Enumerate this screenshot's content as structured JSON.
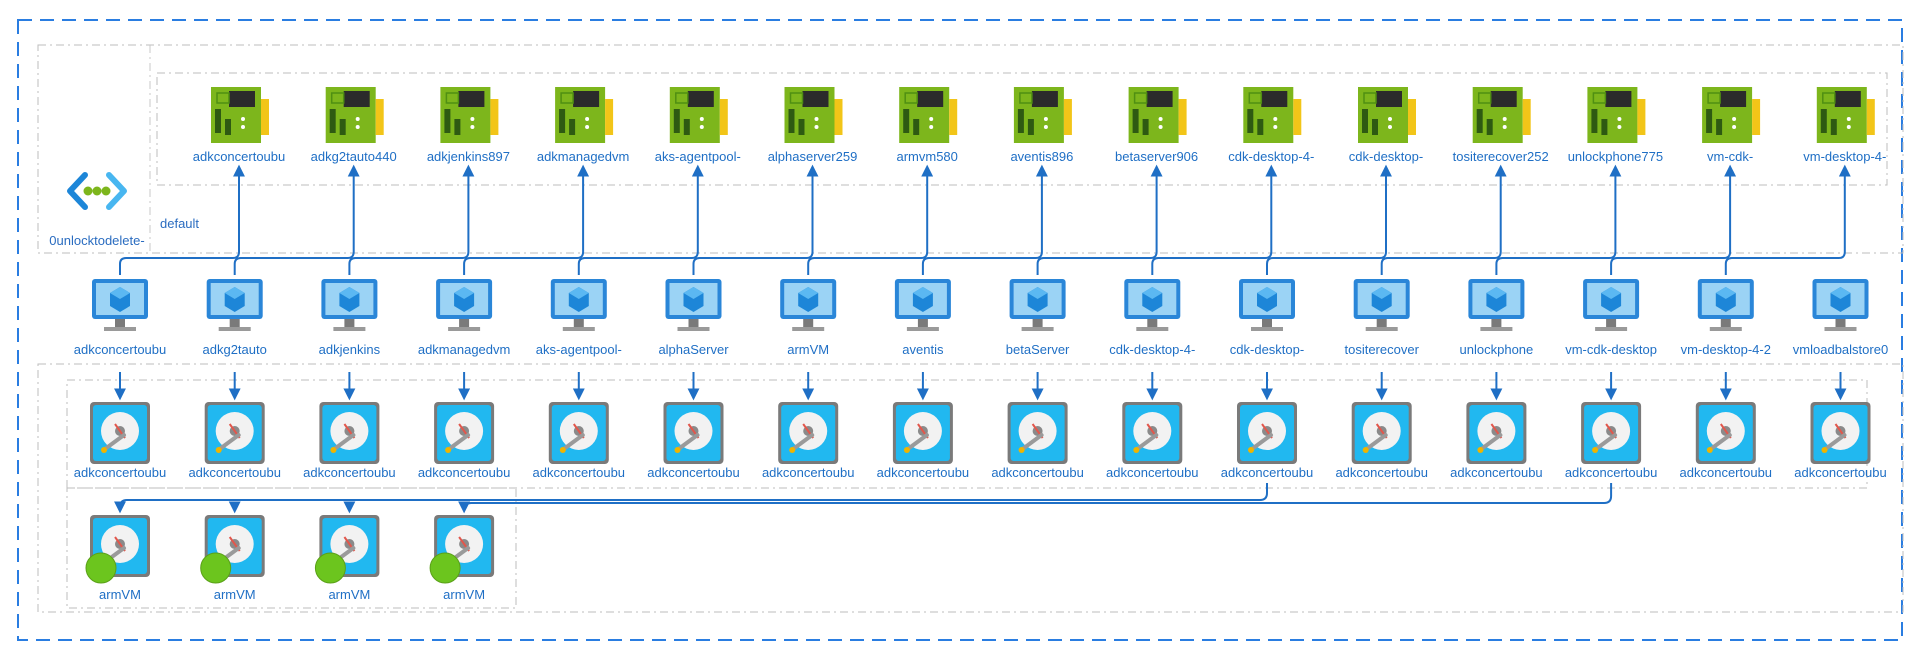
{
  "vnet": {
    "name": "0unlocktodelete-",
    "icon": "vnet-icon"
  },
  "subnet": {
    "name": "default"
  },
  "nics": [
    "adkconcertoubu",
    "adkg2tauto440",
    "adkjenkins897",
    "adkmanagedvm",
    "aks-agentpool-",
    "alphaserver259",
    "armvm580",
    "aventis896",
    "betaserver906",
    "cdk-desktop-4-",
    "cdk-desktop-",
    "tositerecover252",
    "unlockphone775",
    "vm-cdk-",
    "vm-desktop-4-"
  ],
  "vms": [
    "adkconcertoubu",
    "adkg2tauto",
    "adkjenkins",
    "adkmanagedvm",
    "aks-agentpool-",
    "alphaServer",
    "armVM",
    "aventis",
    "betaServer",
    "cdk-desktop-4-",
    "cdk-desktop-",
    "tositerecover",
    "unlockphone",
    "vm-cdk-desktop",
    "vm-desktop-4-2",
    "vmloadbalstore0"
  ],
  "disks": [
    "adkconcertoubu",
    "adkconcertoubu",
    "adkconcertoubu",
    "adkconcertoubu",
    "adkconcertoubu",
    "adkconcertoubu",
    "adkconcertoubu",
    "adkconcertoubu",
    "adkconcertoubu",
    "adkconcertoubu",
    "adkconcertoubu",
    "adkconcertoubu",
    "adkconcertoubu",
    "adkconcertoubu",
    "adkconcertoubu",
    "adkconcertoubu"
  ],
  "snapshot_disks": [
    "armVM",
    "armVM",
    "armVM",
    "armVM"
  ],
  "icons": {
    "nic": "network-interface-icon",
    "vm": "virtual-machine-icon",
    "disk": "managed-disk-icon",
    "vnet": "vnet-icon"
  },
  "colors": {
    "border": "#2a7de1",
    "connector": "#1f6fc5",
    "nic_green": "#7db61c",
    "vm_blue": "#1d86d8",
    "disk_cyan": "#21b8f0",
    "snapshot_green": "#6cc51e"
  }
}
